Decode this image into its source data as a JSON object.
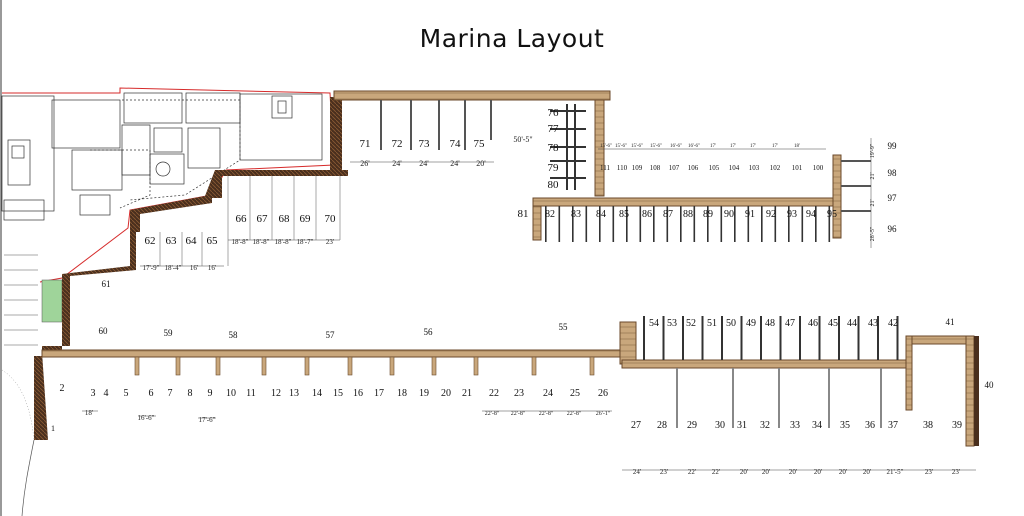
{
  "title": "Marina Layout",
  "colors": {
    "dock_wood": "#c9a77c",
    "dock_edge": "#6b4a2b",
    "seawall": "#4a2f1d",
    "property_line": "#d62b2b",
    "lawn": "#9fd49a"
  },
  "slips": {
    "n1": "1",
    "n2": "2",
    "n3": "3",
    "n4": "4",
    "n5": "5",
    "n6": "6",
    "n7": "7",
    "n8": "8",
    "n9": "9",
    "n10": "10",
    "n11": "11",
    "n12": "12",
    "n13": "13",
    "n14": "14",
    "n15": "15",
    "n16": "16",
    "n17": "17",
    "n18": "18",
    "n19": "19",
    "n20": "20",
    "n21": "21",
    "n22": "22",
    "n23": "23",
    "n24": "24",
    "n25": "25",
    "n26": "26",
    "n27": "27",
    "n28": "28",
    "n29": "29",
    "n30": "30",
    "n31": "31",
    "n32": "32",
    "n33": "33",
    "n34": "34",
    "n35": "35",
    "n36": "36",
    "n37": "37",
    "n38": "38",
    "n39": "39",
    "n40": "40",
    "n41": "41",
    "n42": "42",
    "n43": "43",
    "n44": "44",
    "n45": "45",
    "n46": "46",
    "n47": "47",
    "n48": "48",
    "n49": "49",
    "n50": "50",
    "n51": "51",
    "n52": "52",
    "n53": "53",
    "n54": "54",
    "n55": "55",
    "n56": "56",
    "n57": "57",
    "n58": "58",
    "n59": "59",
    "n60": "60",
    "n61": "61",
    "n62": "62",
    "n63": "63",
    "n64": "64",
    "n65": "65",
    "n66": "66",
    "n67": "67",
    "n68": "68",
    "n69": "69",
    "n70": "70",
    "n71": "71",
    "n72": "72",
    "n73": "73",
    "n74": "74",
    "n75": "75",
    "n76": "76",
    "n77": "77",
    "n78": "78",
    "n79": "79",
    "n80": "80",
    "n81": "81",
    "n82": "82",
    "n83": "83",
    "n84": "84",
    "n85": "85",
    "n86": "86",
    "n87": "87",
    "n88": "88",
    "n89": "89",
    "n90": "90",
    "n91": "91",
    "n92": "92",
    "n93": "93",
    "n94": "94",
    "n95": "95",
    "n96": "96",
    "n97": "97",
    "n98": "98",
    "n99": "99",
    "n100": "100",
    "n101": "101",
    "n102": "102",
    "n103": "103",
    "n104": "104",
    "n105": "105",
    "n106": "106",
    "n107": "107",
    "n108": "108",
    "n109": "109",
    "n110": "110",
    "n111": "111"
  },
  "dims": {
    "d71": "26'",
    "d72": "24'",
    "d73": "24'",
    "d74": "24'",
    "d75": "20'",
    "d_fair": "50'-5\"",
    "d66": "18'-8\"",
    "d67": "18'-8\"",
    "d68": "18'-8\"",
    "d69": "18'-7\"",
    "d70": "23'",
    "d62": "17'-9\"",
    "d63": "18'-4\"",
    "d64": "16'",
    "d65": "16'",
    "d3": "18'",
    "d6": "16'-6\"",
    "d9": "17'-6\"",
    "d22": "22'-8\"",
    "d23": "22'-8\"",
    "d24": "22'-8\"",
    "d25": "22'-8\"",
    "d26": "26'-1\"",
    "d27": "24'",
    "d28": "23'",
    "d29": "22'",
    "d30": "22'",
    "d31": "20'",
    "d32": "20'",
    "d33": "20'",
    "d34": "20'",
    "d35": "20'",
    "d36": "20'",
    "d37": "21'-5\"",
    "d38": "23'",
    "d39": "23'",
    "d99": "19'-9\"",
    "d98": "21'",
    "d97": "21'",
    "d96": "28'-5\"",
    "d111": "15'-6\"",
    "d110": "15'-6\"",
    "d109": "15'-6\"",
    "d108": "15'-6\"",
    "d107": "16'-6\"",
    "d106": "16'-6\"",
    "d105": "17'",
    "d104": "17'",
    "d103": "17'",
    "d102": "17'",
    "d101": "18'"
  }
}
